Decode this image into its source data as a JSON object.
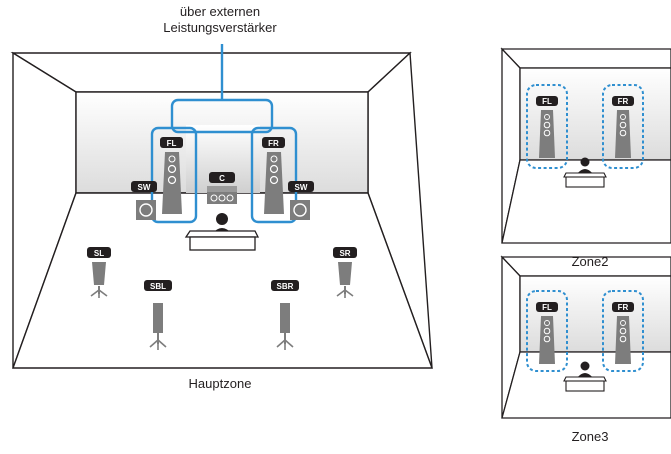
{
  "captions": {
    "connection_line1": "über externen",
    "connection_line2": "Leistungsverstärker",
    "main_zone": "Hauptzone",
    "zone2": "Zone2",
    "zone3": "Zone3"
  },
  "main_zone_speakers": {
    "front_left": "FL",
    "front_right": "FR",
    "center": "C",
    "subwoofer_left": "SW",
    "subwoofer_right": "SW",
    "surround_left": "SL",
    "surround_right": "SR",
    "surround_back_left": "SBL",
    "surround_back_right": "SBR"
  },
  "zone2_speakers": {
    "front_left": "FL",
    "front_right": "FR"
  },
  "zone3_speakers": {
    "front_left": "FL",
    "front_right": "FR"
  },
  "colors": {
    "highlight_solid": "#2f8fd0",
    "highlight_dashed": "#2f8fd0",
    "speaker": "#7d7d7d",
    "label_bg": "#231f20",
    "wall": "#e4e4e4",
    "line": "#231f20"
  }
}
